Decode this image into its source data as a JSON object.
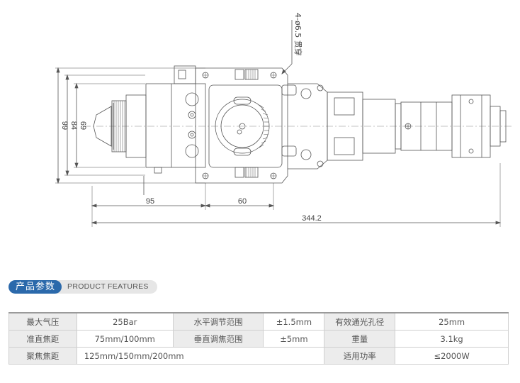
{
  "dimensions": {
    "width_total": "344.2",
    "width_95": "95",
    "width_60": "60",
    "height_99": "99",
    "height_84": "84",
    "height_69": "69",
    "hole_note": "4-ø6.5 贯穿"
  },
  "section": {
    "title_cn": "产品参数",
    "title_en": "PRODUCT FEATURES"
  },
  "specs": {
    "rows": [
      [
        {
          "label": "最大气压",
          "value": "25Bar"
        },
        {
          "label": "水平调节范围",
          "value": "±1.5mm"
        },
        {
          "label": "有效通光孔径",
          "value": "25mm"
        }
      ],
      [
        {
          "label": "准直焦距",
          "value": "75mm/100mm"
        },
        {
          "label": "垂直调焦范围",
          "value": "±5mm"
        },
        {
          "label": "重量",
          "value": "3.1kg"
        }
      ],
      [
        {
          "label": "聚焦焦距",
          "value": "125mm/150mm/200mm"
        },
        {
          "label": "适用功率",
          "value": "≤2000W"
        }
      ]
    ]
  },
  "colors": {
    "accent_blue": "#2b69ab",
    "line": "#666666"
  }
}
